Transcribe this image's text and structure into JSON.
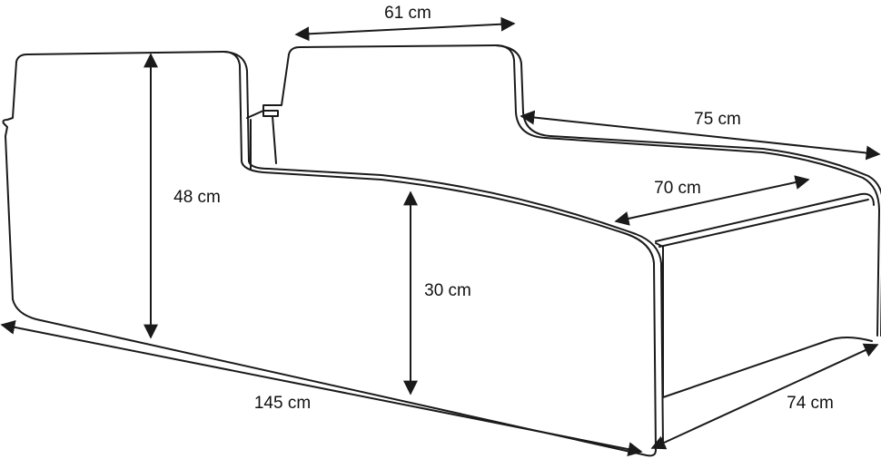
{
  "diagram": {
    "line_color": "#1a1a1a",
    "background": "#ffffff",
    "dimensions": {
      "top_width": "61 cm",
      "side_depth": "75 cm",
      "inner_depth": "70 cm",
      "headboard_height": "48 cm",
      "side_height": "30 cm",
      "length": "145 cm",
      "base_width": "74 cm"
    }
  }
}
